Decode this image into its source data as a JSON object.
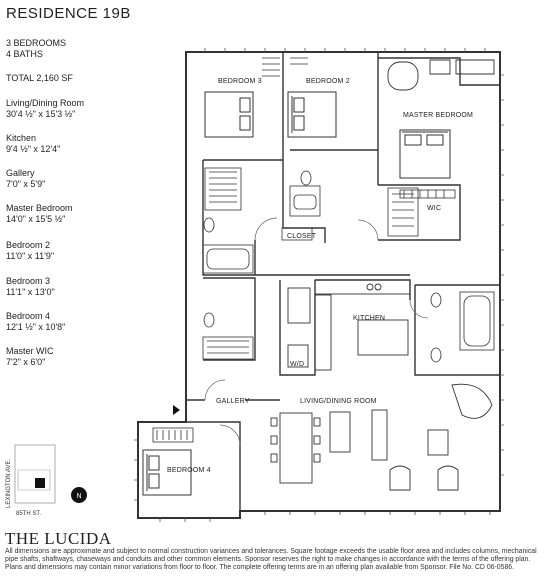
{
  "header": {
    "title": "RESIDENCE 19B"
  },
  "specs": {
    "bedrooms": "3 BEDROOMS",
    "baths": "4 BATHS",
    "total": "TOTAL 2,160 SF",
    "living_label": "Living/Dining Room",
    "living_dims": "30'4 ½\" x 15'3 ½\"",
    "kitchen_label": "Kitchen",
    "kitchen_dims": "9'4 ½\" x 12'4\"",
    "gallery_label": "Gallery",
    "gallery_dims": "7'0\" x 5'9\"",
    "master_label": "Master Bedroom",
    "master_dims": "14'0\" x 15'5 ½\"",
    "bed2_label": "Bedroom 2",
    "bed2_dims": "11'0\" x 11'9\"",
    "bed3_label": "Bedroom 3",
    "bed3_dims": "11'1\" x 13'0\"",
    "bed4_label": "Bedroom 4",
    "bed4_dims": "12'1 ½\" x 10'8\"",
    "wic_label": "Master WIC",
    "wic_dims": "7'2\" x 6'0\""
  },
  "plan": {
    "bedroom3": "BEDROOM 3",
    "bedroom2": "BEDROOM 2",
    "master": "MASTER BEDROOM",
    "wic": "WIC",
    "closet": "CLOSET",
    "kitchen": "KITCHEN",
    "wd": "W/D",
    "gallery": "GALLERY",
    "living": "LIVING/DINING ROOM",
    "bedroom4": "BEDROOM 4"
  },
  "keyplan": {
    "avenue": "LEXINGTON AVE.",
    "street": "85TH ST.",
    "north": "N"
  },
  "footer": {
    "brand": "THE LUCIDA",
    "disclaimer": "All dimensions are approximate and subject to normal construction variances and tolerances. Square footage exceeds the usable floor area and includes columns, mechanical pipe shafts, shaftways, chaseways and conduits and other common elements. Sponsor reserves the right to make changes in accordance with the terms of the offering plan. Plans and dimensions may contain minor variations from floor to floor. The complete offering terms are in an offering plan available from Sponsor. File No. CD 06-0586."
  }
}
